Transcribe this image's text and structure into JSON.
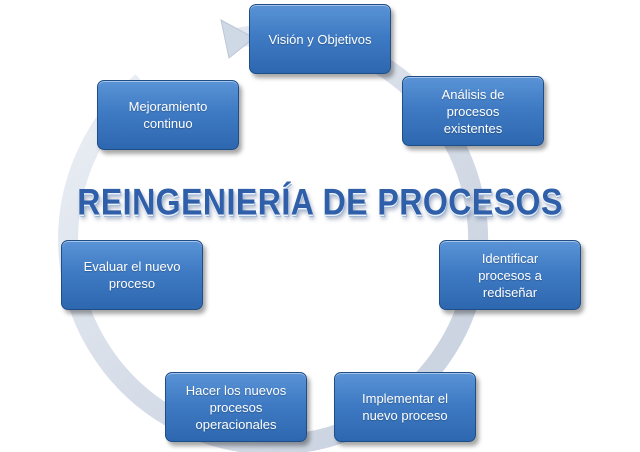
{
  "diagram": {
    "title": "REINGENIERÍA DE PROCESOS",
    "steps": [
      {
        "label": "Visión y Objetivos"
      },
      {
        "label": "Análisis de\nprocesos\nexistentes"
      },
      {
        "label": "Identificar\nprocesos a\nrediseñar"
      },
      {
        "label": "Implementar el\nnuevo proceso"
      },
      {
        "label": "Hacer los nuevos\nprocesos\noperacionales"
      },
      {
        "label": "Evaluar el nuevo\nproceso"
      },
      {
        "label": "Mejoramiento\ncontinuo"
      }
    ],
    "colors": {
      "box": "#3f7bc4",
      "box_border": "#1f4e86",
      "title": "#2f5fa8",
      "ring": "#d9e0ea"
    }
  }
}
